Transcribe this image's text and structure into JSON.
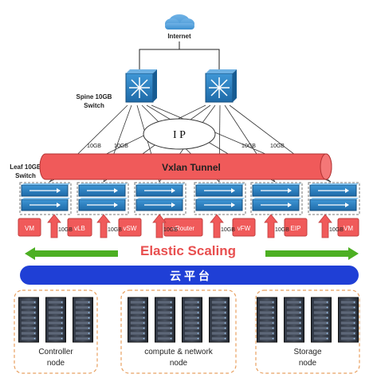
{
  "internet": {
    "label": "Internet"
  },
  "spine": {
    "label_line1": "Spine 10GB",
    "label_line2": "Switch"
  },
  "ip": {
    "label": "I  P"
  },
  "leaf": {
    "label_line1": "Leaf 10GB",
    "label_line2": "Switch"
  },
  "tunnel": {
    "label": "Vxlan Tunnel"
  },
  "link_labels": [
    "10GB",
    "10GB",
    "10GB",
    "10GB"
  ],
  "services": [
    "VM",
    "vLB",
    "vSW",
    "vRouter",
    "vFW",
    "EIP",
    "VM"
  ],
  "bandwidth_labels": [
    "10GB",
    "10GB",
    "10GB",
    "10GB",
    "10GB",
    "10GB"
  ],
  "scaling": {
    "label": "Elastic Scaling"
  },
  "platform": {
    "label": "云 平 台"
  },
  "nodes": [
    {
      "line1": "Controller",
      "line2": "node"
    },
    {
      "line1": "compute & network",
      "line2": "node"
    },
    {
      "line1": "Storage",
      "line2": "node"
    }
  ],
  "colors": {
    "tunnel": "#f05a5a",
    "service_box": "#f05a5a",
    "switch_blue": "#2a7fc0",
    "platform_blue": "#1f3fd6",
    "arrow_green": "#4caf22",
    "scaling_text": "#e84f4f",
    "node_border": "#e8a060"
  }
}
